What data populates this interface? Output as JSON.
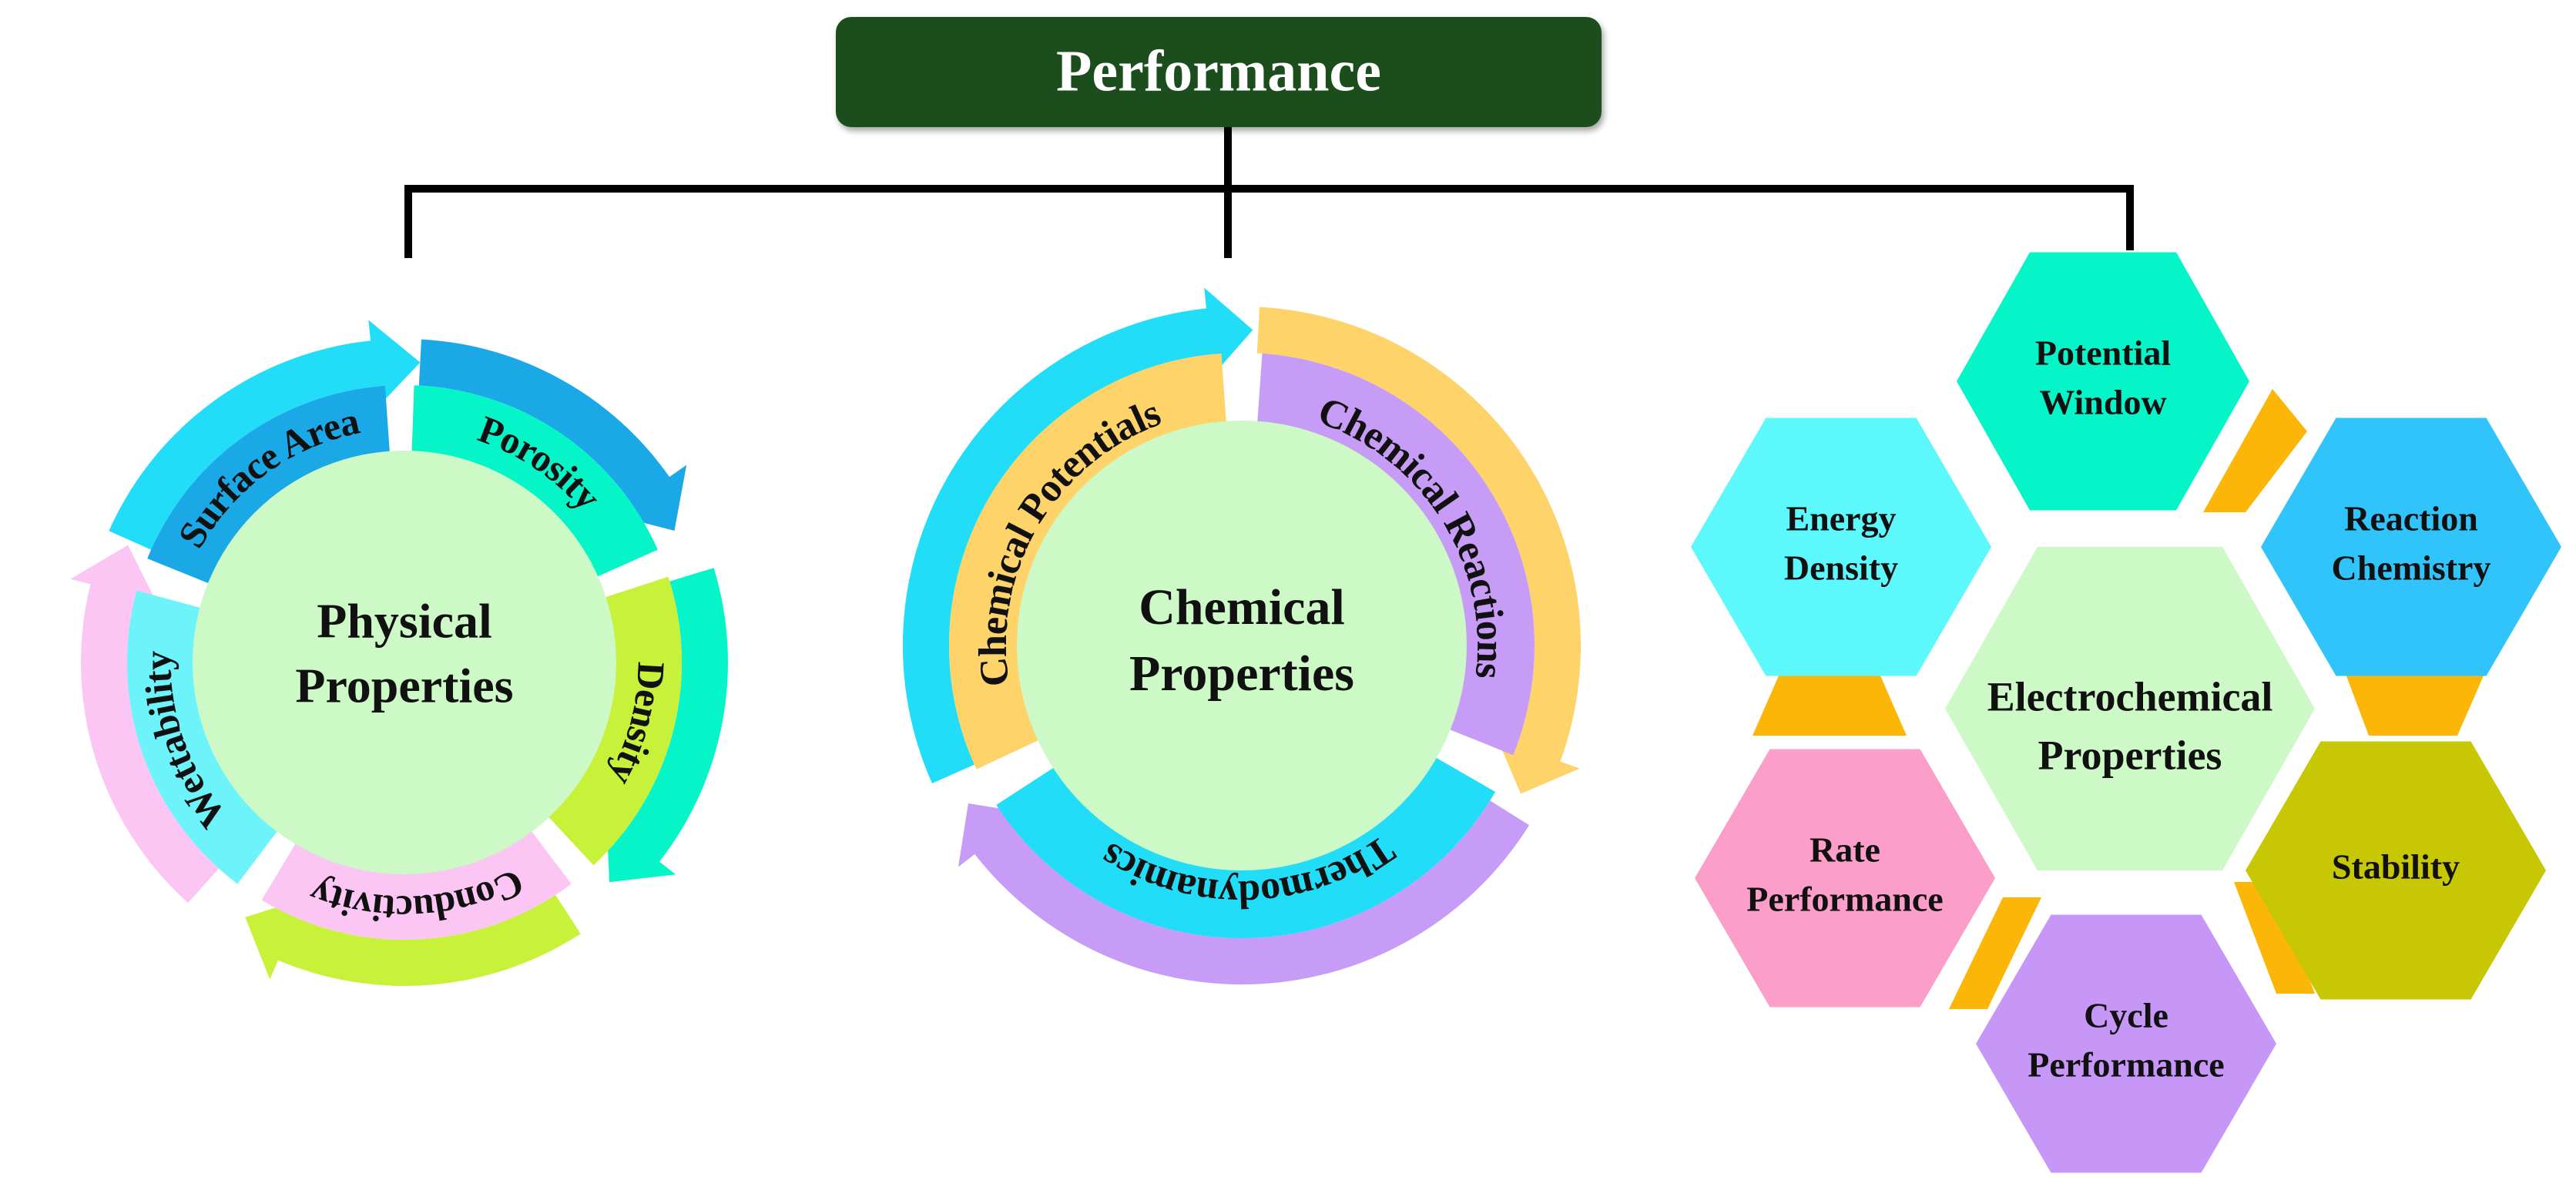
{
  "title": "Performance",
  "groups": {
    "physical": {
      "center": [
        "Physical",
        "Properties"
      ],
      "segments": {
        "surface_area": "Surface Area",
        "porosity": "Porosity",
        "density": "Density",
        "conductivity": "Conductivity",
        "wettability": "Wettability"
      }
    },
    "chemical": {
      "center": [
        "Chemical",
        "Properties"
      ],
      "segments": {
        "chemical_potentials": "Chemical Potentials",
        "chemical_reactions": "Chemical Reactions",
        "thermodynamics": "Thermodynamics"
      }
    },
    "electrochemical": {
      "center": [
        "Electrochemical",
        "Properties"
      ],
      "hexagons": {
        "potential_window": [
          "Potential",
          "Window"
        ],
        "energy_density": [
          "Energy",
          "Density"
        ],
        "reaction_chemistry": [
          "Reaction",
          "Chemistry"
        ],
        "rate_performance": [
          "Rate",
          "Performance"
        ],
        "stability": [
          "Stability"
        ],
        "cycle_performance": [
          "Cycle",
          "Performance"
        ]
      }
    }
  },
  "colors": {
    "title_bg": "#1a4d1c",
    "connector": "#000000",
    "center_fill": "#ccf9c5",
    "cyan": "#22ddf7",
    "blue": "#1ba8e6",
    "teal": "#05f5c8",
    "lime": "#c8f23a",
    "pink": "#fbc6f4",
    "light_cyan": "#6cf4fa",
    "orange": "#fdd36a",
    "purple": "#c79cf6",
    "hex_potential": "#05f5c8",
    "hex_energy": "#5cf8fc",
    "hex_reaction": "#30c4fa",
    "hex_rate": "#fb9ec9",
    "hex_stability": "#c7c704",
    "hex_cycle": "#c797f7",
    "hex_center": "#ccf9c5",
    "hex_link": "#fbb608"
  }
}
